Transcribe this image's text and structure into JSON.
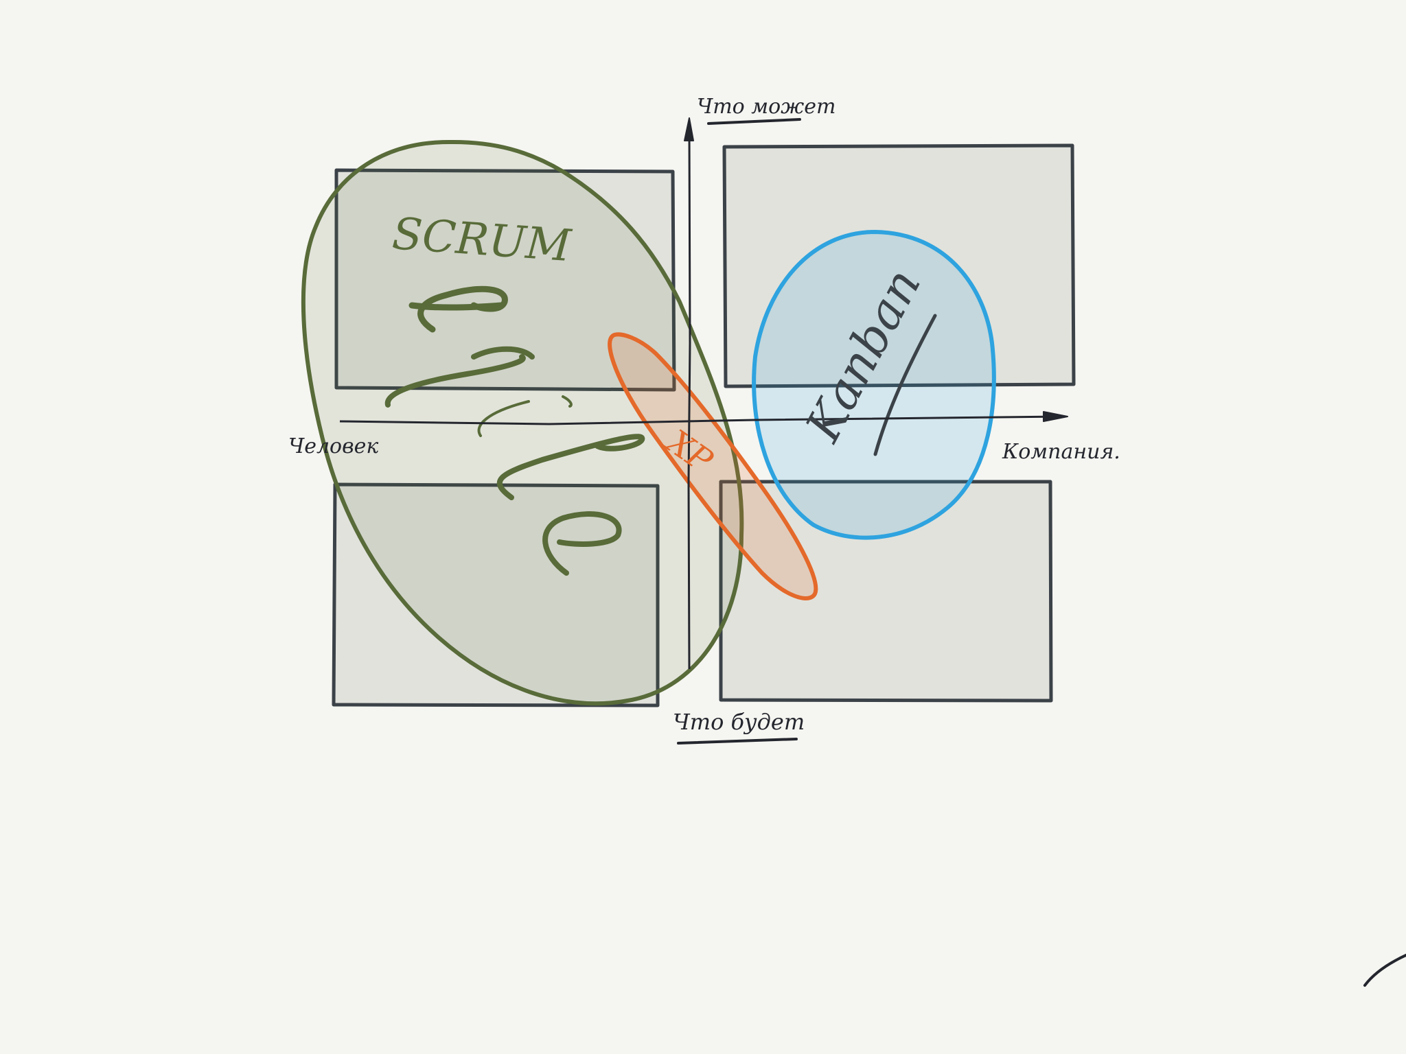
{
  "diagram": {
    "axes": {
      "top_label": "Что может",
      "bottom_label": "Что будет",
      "left_label": "Человек",
      "right_label": "Компания."
    },
    "regions": [
      {
        "name": "scrum",
        "label": "SCRUM",
        "color": "#586b39"
      },
      {
        "name": "xp",
        "label": "XP",
        "color": "#e4692a"
      },
      {
        "name": "kanban",
        "label": "Kanban",
        "color": "#2ea3df"
      }
    ],
    "colors": {
      "background": "#f5f5f1",
      "box_fill": "#e1e2dc",
      "box_stroke": "#3b4248",
      "ink": "#24262e"
    }
  }
}
